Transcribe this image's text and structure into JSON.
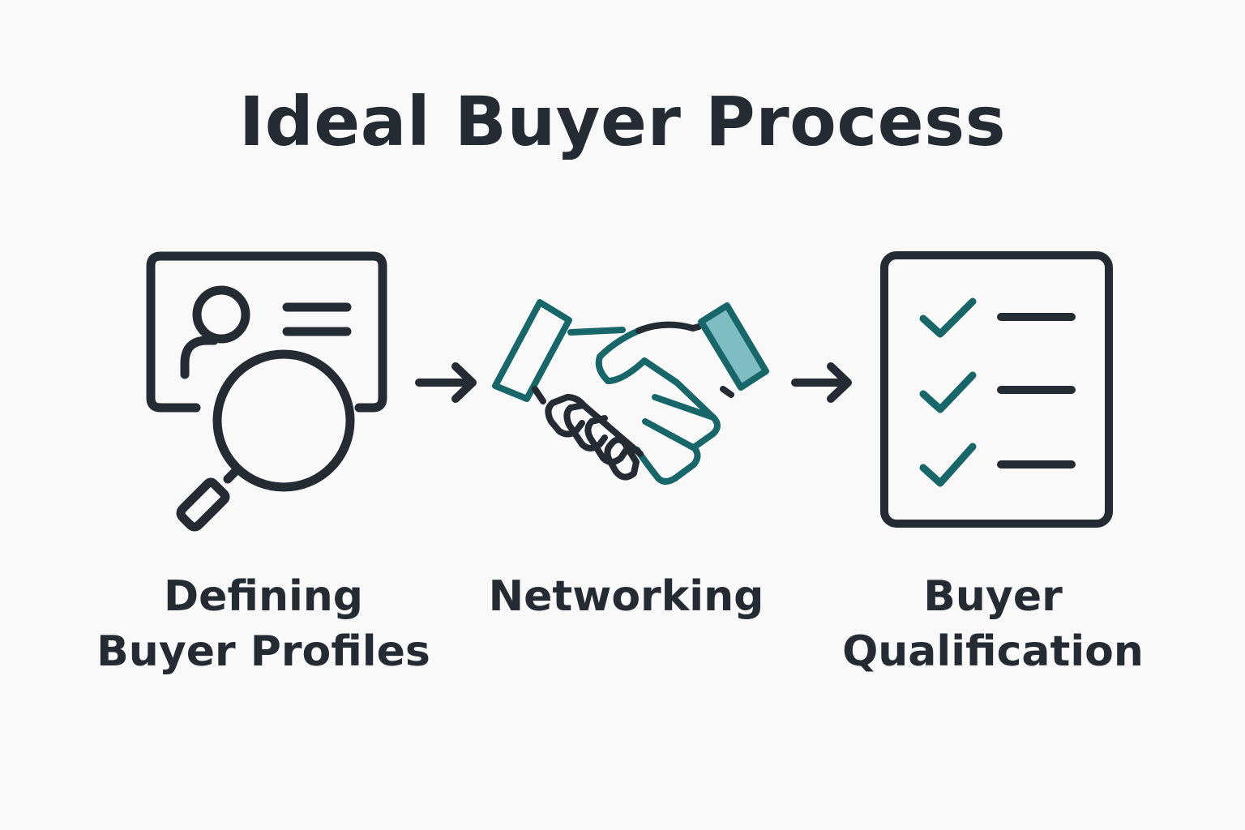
{
  "title": "Ideal Buyer Process",
  "steps": [
    {
      "label_line1": "Defining",
      "label_line2": "Buyer Profiles",
      "icon": "profile-search-icon"
    },
    {
      "label_line1": "Networking",
      "icon": "handshake-icon"
    },
    {
      "label_line1": "Buyer",
      "label_line2": "Qualification",
      "icon": "checklist-icon"
    }
  ],
  "colors": {
    "background": "#f9f9f9",
    "ink": "#252b33",
    "accent": "#17666a",
    "accent_fill": "#7ebdc2"
  }
}
